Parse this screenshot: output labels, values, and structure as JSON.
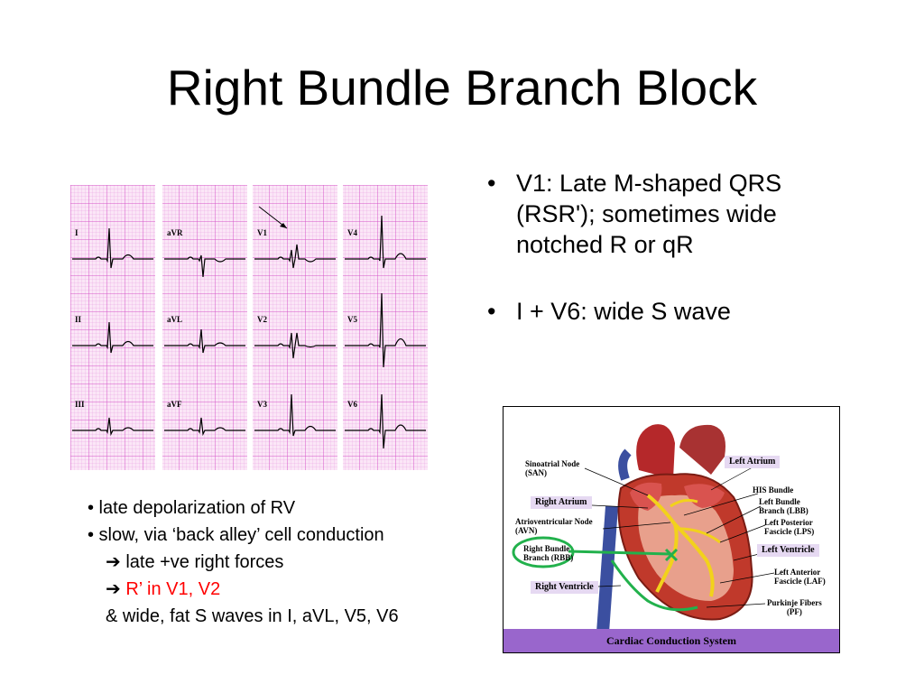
{
  "slide": {
    "title": "Right Bundle Branch Block",
    "bullets": [
      "V1: Late M-shaped QRS (RSR'); sometimes wide notched R or qR",
      "I + V6: wide S wave"
    ],
    "notes": {
      "line1": "• late depolarization of RV",
      "line2": "• slow, via ‘back alley’ cell conduction",
      "arrow": "➔",
      "line3": "late +ve right forces",
      "line4": "R’ in V1, V2",
      "line5": "& wide, fat S waves in I, aVL, V5, V6"
    },
    "bullet_dot": "•"
  },
  "ecg": {
    "leads": [
      [
        "I",
        "aVR",
        "V1",
        "V4"
      ],
      [
        "II",
        "aVL",
        "V2",
        "V5"
      ],
      [
        "III",
        "aVF",
        "V3",
        "V6"
      ]
    ],
    "grid_color": "#e37ad8",
    "trace_color": "#000000"
  },
  "diagram": {
    "labels": {
      "san": "Sinoatrial Node\n(SAN)",
      "left_atrium": "Left Atrium",
      "his": "HIS Bundle",
      "lbb": "Left Bundle\nBranch (LBB)",
      "right_atrium": "Right Atrium",
      "lps": "Left Posterior\nFascicle (LPS)",
      "avn": "Atrioventricular Node\n(AVN)",
      "rbb": "Right Bundle\nBranch (RBB)",
      "left_ventricle": "Left Ventricle",
      "laf": "Left Anterior\nFascicle (LAF)",
      "right_ventricle": "Right Ventricle",
      "pf": "Purkinje Fibers\n(PF)",
      "footer": "Cardiac Conduction System"
    },
    "colors": {
      "heart": "#c0392b",
      "conduction": "#f2d21b",
      "highlight": "#22b14c",
      "footer": "#9966cc"
    }
  }
}
